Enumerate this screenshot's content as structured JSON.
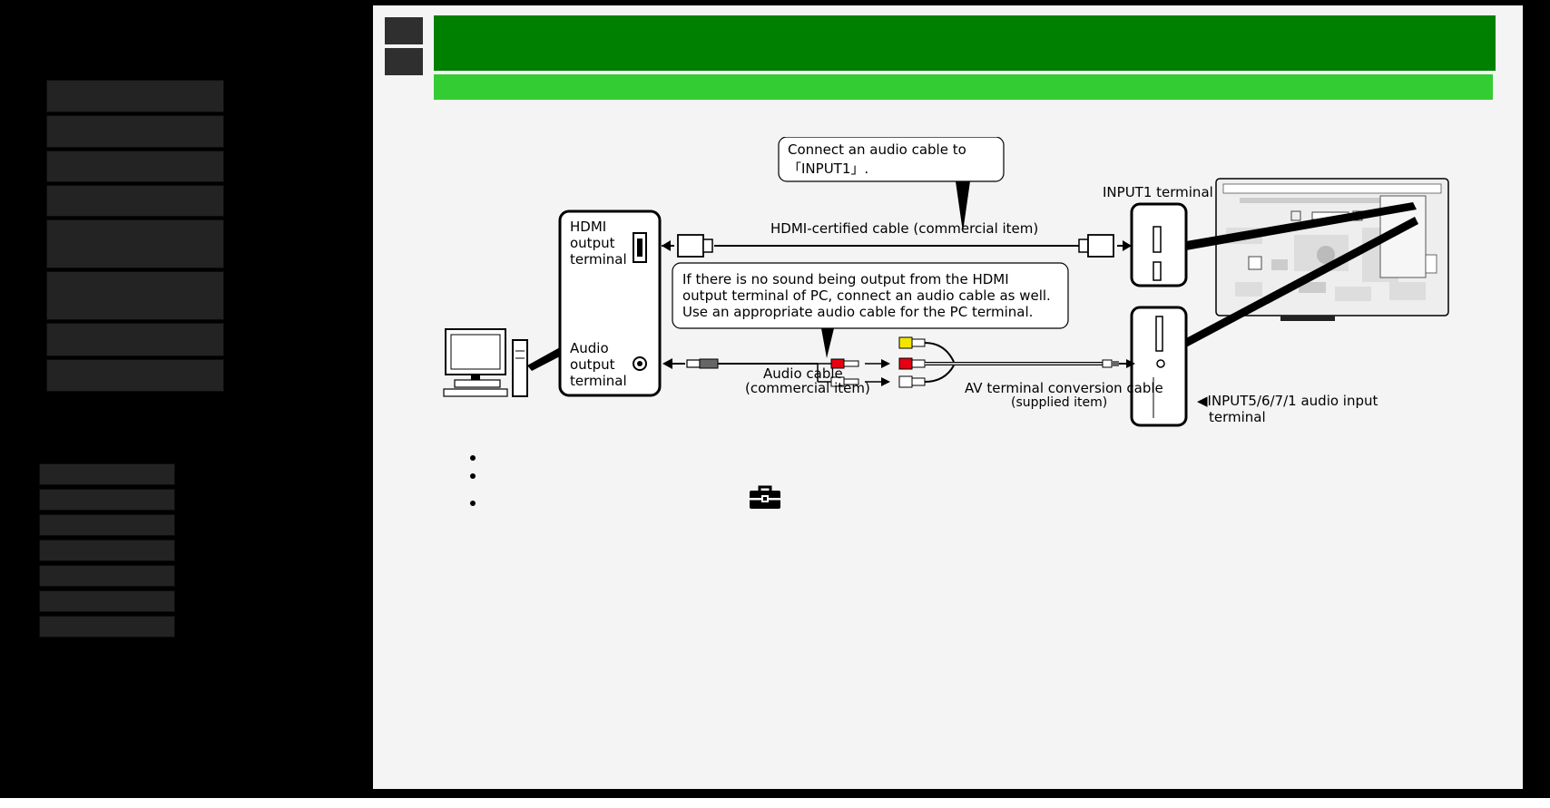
{
  "diagram": {
    "callout_top_line1": "Connect an audio cable to",
    "callout_top_line2": "「INPUT1」.",
    "input1_terminal": "INPUT1 terminal",
    "hdmi_cable": "HDMI-certified cable (commercial item)",
    "pc_hdmi_line1": "HDMI",
    "pc_hdmi_line2": "output",
    "pc_hdmi_line3": "terminal",
    "pc_audio_line1": "Audio",
    "pc_audio_line2": "output",
    "pc_audio_line3": "terminal",
    "note_line1": "If there is no sound being output from the HDMI",
    "note_line2": "output terminal of PC, connect an audio cable as well.",
    "note_line3": "Use an appropriate audio cable for the PC terminal.",
    "audio_cable_line1": "Audio cable",
    "audio_cable_line2": "(commercial item)",
    "av_cable_line1": "AV terminal conversion cable",
    "av_cable_line2": "(supplied item)",
    "input5_line1": "◀INPUT5/6/7/1 audio input",
    "input5_line2": "terminal"
  },
  "colors": {
    "header_green": "#008000",
    "subheader_green": "#33cc33",
    "rca_yellow": "#f2e600",
    "rca_red": "#e60012",
    "rca_white": "#ffffff"
  },
  "icons": {
    "toolbox": "toolbox-icon"
  }
}
